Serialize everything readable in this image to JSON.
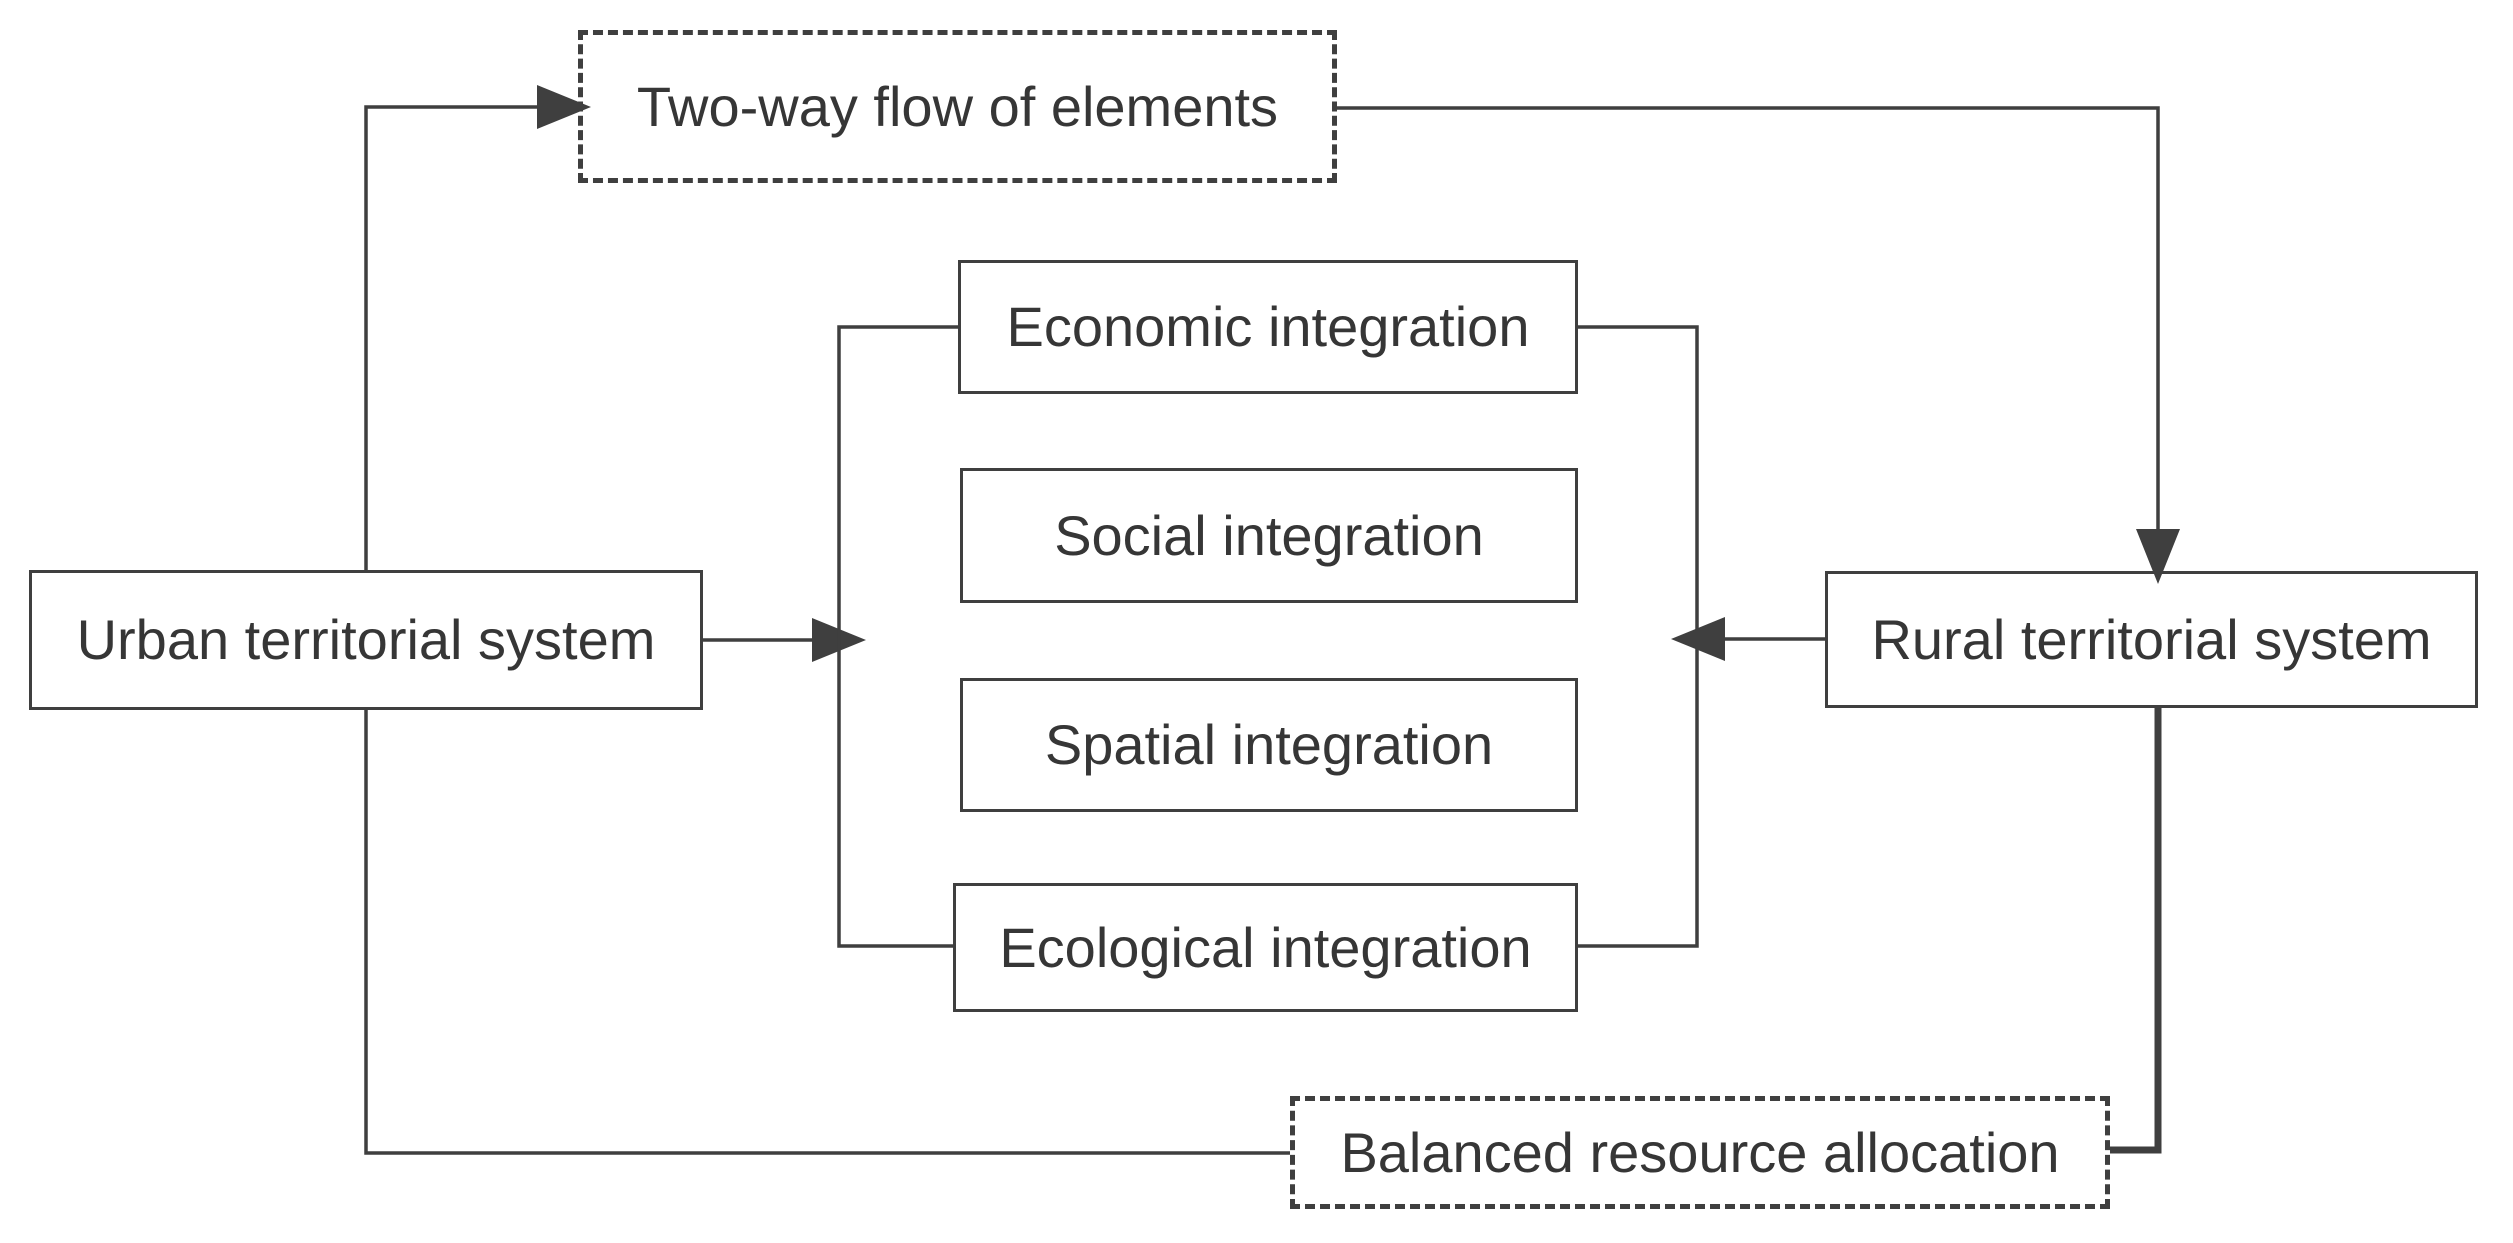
{
  "diagram": {
    "colors": {
      "line": "#3f3f3f",
      "text": "#363636",
      "background": "#ffffff"
    },
    "nodes": {
      "urban": {
        "label": "Urban territorial system"
      },
      "rural": {
        "label": "Rural territorial system"
      },
      "economic": {
        "label": "Economic integration"
      },
      "social": {
        "label": "Social integration"
      },
      "spatial": {
        "label": "Spatial integration"
      },
      "ecological": {
        "label": "Ecological integration"
      },
      "two_way": {
        "label": "Two-way flow of elements"
      },
      "balanced": {
        "label": "Balanced resource allocation"
      }
    }
  }
}
